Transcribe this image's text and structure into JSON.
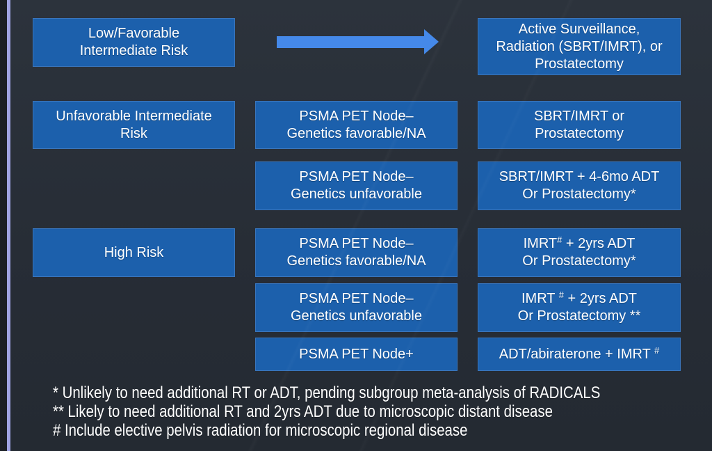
{
  "colors": {
    "box_fill": "#1c60ac",
    "box_border": "#3a76bd",
    "arrow": "#4589e9",
    "background_top": "#2c333c",
    "background_bottom": "#242a32",
    "stripe": "#a0a5e5",
    "left_edge": "#1b2026",
    "text": "#ffffff"
  },
  "left_column": {
    "low_favorable": {
      "line1": "Low/Favorable",
      "line2": "Intermediate Risk"
    },
    "unfavorable": {
      "line1": "Unfavorable Intermediate",
      "line2": "Risk"
    },
    "high_risk": {
      "line1": "High Risk"
    }
  },
  "middle_column": {
    "ui_genetics_favorable": {
      "line1": "PSMA PET Node–",
      "line2": "Genetics favorable/NA"
    },
    "ui_genetics_unfavorable": {
      "line1": "PSMA PET Node–",
      "line2": "Genetics unfavorable"
    },
    "hr_genetics_favorable": {
      "line1": "PSMA PET Node–",
      "line2": "Genetics favorable/NA"
    },
    "hr_genetics_unfavorable": {
      "line1": "PSMA PET Node–",
      "line2": "Genetics unfavorable"
    },
    "node_positive": {
      "line1": "PSMA PET Node+"
    }
  },
  "right_column": {
    "active_surveillance": {
      "line1": "Active Surveillance,",
      "line2": "Radiation (SBRT/IMRT), or",
      "line3": "Prostatectomy"
    },
    "sbrt_or_prostatectomy": {
      "line1": "SBRT/IMRT or",
      "line2": "Prostatectomy"
    },
    "sbrt_adt": {
      "line1": "SBRT/IMRT + 4-6mo ADT",
      "line2": "Or Prostatectomy*"
    },
    "imrt_2yrs_fav": {
      "line1_pre": "IMRT",
      "line1_sup": "#",
      "line1_post": " + 2yrs ADT",
      "line2": "Or Prostatectomy*"
    },
    "imrt_2yrs_unfav": {
      "line1_pre": "IMRT ",
      "line1_sup": "#",
      "line1_post": " + 2yrs ADT",
      "line2": "Or Prostatectomy **"
    },
    "adt_abiraterone": {
      "line1_pre": "ADT/abiraterone + IMRT ",
      "line1_sup": "#"
    }
  },
  "footnotes": {
    "note1": "* Unlikely to need additional RT or ADT, pending subgroup meta-analysis of RADICALS",
    "note2": "** Likely to need additional RT and 2yrs ADT due to microscopic distant disease",
    "note3": "# Include elective pelvis radiation for microscopic regional disease"
  }
}
